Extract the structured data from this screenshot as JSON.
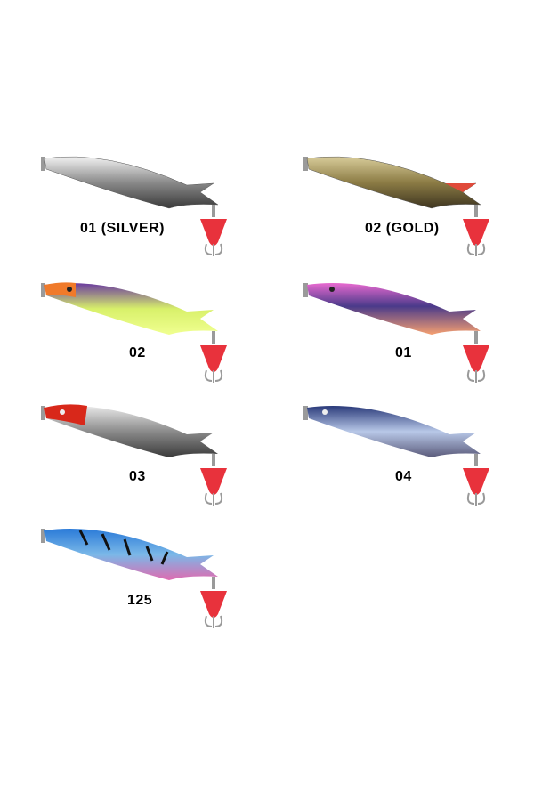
{
  "page": {
    "background": "#ffffff"
  },
  "lures": [
    {
      "id": "silver",
      "label": "01 (SILVER)",
      "colors": {
        "top": "#f2f2f2",
        "mid": "#8a8a8a",
        "bottom": "#3a3a3a",
        "head": "#d9d9d9",
        "tail": "#cfcfcf"
      }
    },
    {
      "id": "gold",
      "label": "02 (GOLD)",
      "colors": {
        "top": "#d8cc9a",
        "mid": "#8c7c45",
        "bottom": "#3e3520",
        "head": "#b8a96a",
        "tail": "#e04a3a"
      }
    },
    {
      "id": "orange-yellow",
      "label": "02",
      "colors": {
        "top": "#6a3aa0",
        "mid": "#d8f06a",
        "bottom": "#f0ff90",
        "head": "#f07a2a",
        "tail": "#f07a2a"
      }
    },
    {
      "id": "pink-orange",
      "label": "01",
      "colors": {
        "top": "#e86ad0",
        "mid": "#4a3a8a",
        "bottom": "#f6a070",
        "head": "#f08ad8",
        "tail": "#e86ad0"
      }
    },
    {
      "id": "red-head",
      "label": "03",
      "colors": {
        "top": "#d9d9d9",
        "mid": "#8a8a8a",
        "bottom": "#3a3a3a",
        "head": "#d8281a",
        "tail": "#cfcfcf"
      }
    },
    {
      "id": "blue-holo",
      "label": "04",
      "colors": {
        "top": "#2a3a7a",
        "mid": "#b8c8e8",
        "bottom": "#5a5a7a",
        "head": "#2a3a7a",
        "tail": "#2a3a7a"
      }
    },
    {
      "id": "blue-tiger",
      "label": "125",
      "colors": {
        "top": "#2a7ad8",
        "mid": "#7ab8e8",
        "bottom": "#e06ab0",
        "head": "#2a8ae0",
        "tail": "#2a7ad8"
      }
    }
  ],
  "blade_color": "#e8323c",
  "hook_color": "#9a9a9a"
}
